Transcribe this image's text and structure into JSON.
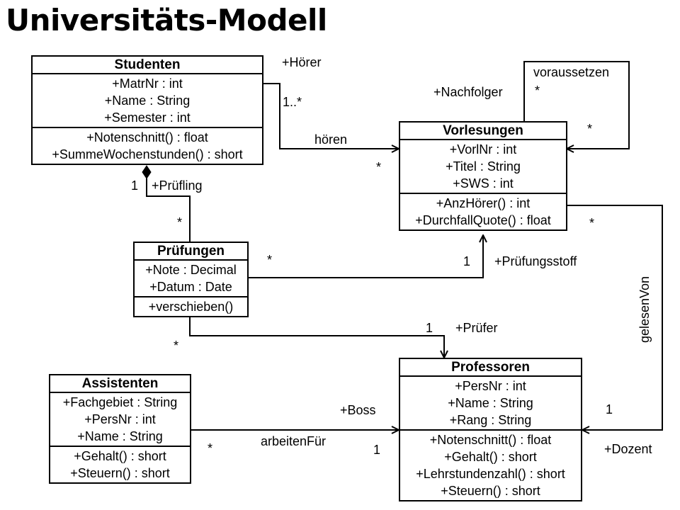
{
  "title": "Universitäts-Modell",
  "classes": {
    "studenten": {
      "name": "Studenten",
      "attributes": [
        "+MatrNr : int",
        "+Name : String",
        "+Semester : int"
      ],
      "operations": [
        "+Notenschnitt() : float",
        "+SummeWochenstunden() : short"
      ]
    },
    "vorlesungen": {
      "name": "Vorlesungen",
      "attributes": [
        "+VorlNr : int",
        "+Titel : String",
        "+SWS : int"
      ],
      "operations": [
        "+AnzHörer() : int",
        "+DurchfallQuote() : float"
      ]
    },
    "pruefungen": {
      "name": "Prüfungen",
      "attributes": [
        "+Note : Decimal",
        "+Datum : Date"
      ],
      "operations": [
        "+verschieben()"
      ]
    },
    "assistenten": {
      "name": "Assistenten",
      "attributes": [
        "+Fachgebiet : String",
        "+PersNr : int",
        "+Name : String"
      ],
      "operations": [
        "+Gehalt() : short",
        "+Steuern() : short"
      ]
    },
    "professoren": {
      "name": "Professoren",
      "attributes": [
        "+PersNr : int",
        "+Name : String",
        "+Rang : String"
      ],
      "operations": [
        "+Notenschnitt() : float",
        "+Gehalt() : short",
        "+Lehrstundenzahl() : short",
        "+Steuern() : short"
      ]
    }
  },
  "associations": {
    "hoeren": {
      "name": "hören",
      "source_role": "+Hörer",
      "source_multiplicity": "1..*",
      "target_multiplicity": "*"
    },
    "voraussetzen": {
      "name": "voraussetzen",
      "source_role": "+Nachfolger",
      "source_multiplicity": "*",
      "target_multiplicity": "*"
    },
    "pruefling": {
      "role": "+Prüfling",
      "student_multiplicity": "1",
      "exam_multiplicity": "*"
    },
    "pruefungsstoff": {
      "role": "+Prüfungsstoff",
      "exam_multiplicity": "*",
      "lecture_multiplicity": "1"
    },
    "pruefer": {
      "role": "+Prüfer",
      "exam_multiplicity": "*",
      "professor_multiplicity": "1"
    },
    "gelesenVon": {
      "name": "gelesenVon",
      "lecture_multiplicity": "*",
      "role": "+Dozent",
      "professor_multiplicity": "1"
    },
    "arbeitenFuer": {
      "name": "arbeitenFür",
      "role": "+Boss",
      "assistant_multiplicity": "*",
      "professor_multiplicity": "1"
    }
  }
}
